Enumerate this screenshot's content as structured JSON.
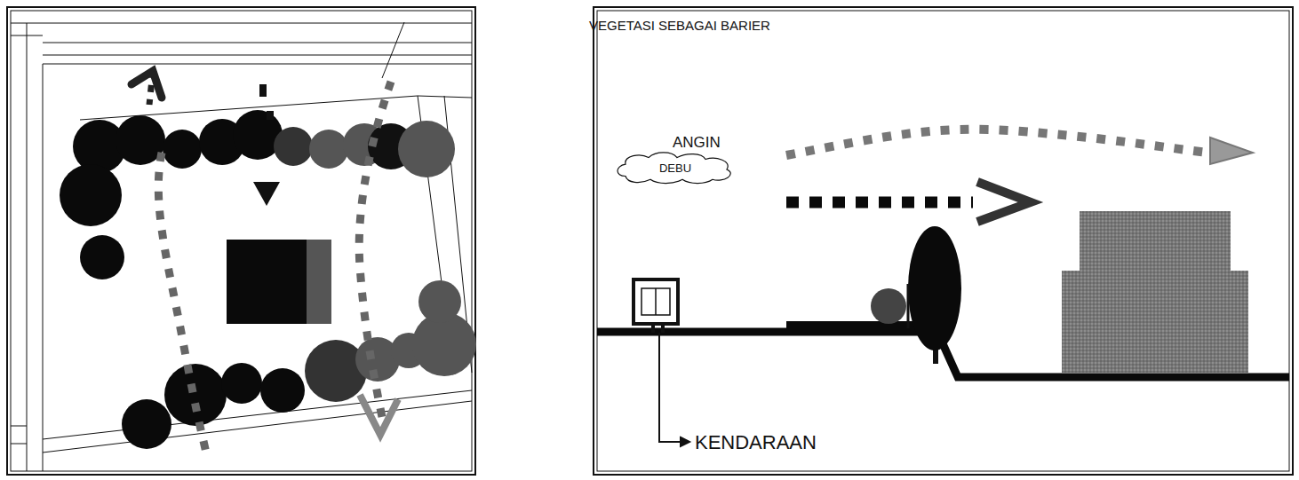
{
  "diagram": {
    "title": "VEGETASI SEBAGAI BARIER",
    "nodes": [
      {
        "text": [
          "DEBU"
        ]
      }
    ],
    "labels": [
      "ANGIN",
      "KENDARAAN"
    ]
  }
}
